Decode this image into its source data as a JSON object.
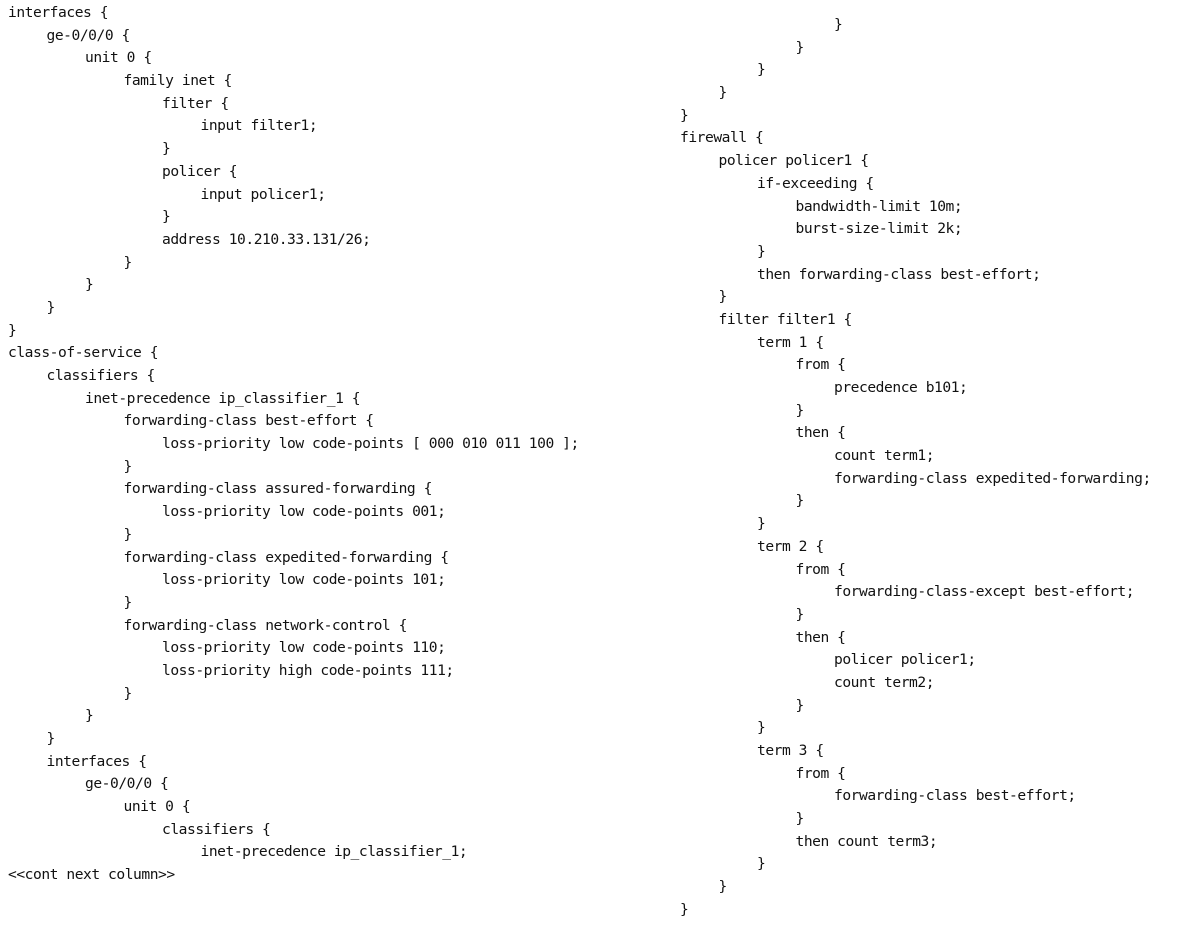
{
  "left_column": [
    {
      "indent": 0,
      "text": "interfaces {"
    },
    {
      "indent": 1,
      "text": "ge-0/0/0 {"
    },
    {
      "indent": 2,
      "text": "unit 0 {"
    },
    {
      "indent": 3,
      "text": "family inet {"
    },
    {
      "indent": 4,
      "text": "filter {"
    },
    {
      "indent": 5,
      "text": "input filter1;"
    },
    {
      "indent": 4,
      "text": "}"
    },
    {
      "indent": 4,
      "text": "policer {"
    },
    {
      "indent": 5,
      "text": "input policer1;"
    },
    {
      "indent": 4,
      "text": "}"
    },
    {
      "indent": 4,
      "text": "address 10.210.33.131/26;"
    },
    {
      "indent": 3,
      "text": "}"
    },
    {
      "indent": 2,
      "text": "}"
    },
    {
      "indent": 1,
      "text": "}"
    },
    {
      "indent": 0,
      "text": "}"
    },
    {
      "indent": 0,
      "text": "class-of-service {"
    },
    {
      "indent": 1,
      "text": "classifiers {"
    },
    {
      "indent": 2,
      "text": "inet-precedence ip_classifier_1 {"
    },
    {
      "indent": 3,
      "text": "forwarding-class best-effort {"
    },
    {
      "indent": 4,
      "text": "loss-priority low code-points [ 000 010 011 100 ];"
    },
    {
      "indent": 3,
      "text": "}"
    },
    {
      "indent": 3,
      "text": "forwarding-class assured-forwarding {"
    },
    {
      "indent": 4,
      "text": "loss-priority low code-points 001;"
    },
    {
      "indent": 3,
      "text": "}"
    },
    {
      "indent": 3,
      "text": "forwarding-class expedited-forwarding {"
    },
    {
      "indent": 4,
      "text": "loss-priority low code-points 101;"
    },
    {
      "indent": 3,
      "text": "}"
    },
    {
      "indent": 3,
      "text": "forwarding-class network-control {"
    },
    {
      "indent": 4,
      "text": "loss-priority low code-points 110;"
    },
    {
      "indent": 4,
      "text": "loss-priority high code-points 111;"
    },
    {
      "indent": 3,
      "text": "}"
    },
    {
      "indent": 2,
      "text": "}"
    },
    {
      "indent": 1,
      "text": "}"
    },
    {
      "indent": 1,
      "text": "interfaces {"
    },
    {
      "indent": 2,
      "text": "ge-0/0/0 {"
    },
    {
      "indent": 3,
      "text": "unit 0 {"
    },
    {
      "indent": 4,
      "text": "classifiers {"
    },
    {
      "indent": 5,
      "text": "inet-precedence ip_classifier_1;"
    },
    {
      "indent": 0,
      "text": "<<cont next column>>"
    }
  ],
  "right_column": [
    {
      "indent": 4,
      "text": "}"
    },
    {
      "indent": 3,
      "text": "}"
    },
    {
      "indent": 2,
      "text": "}"
    },
    {
      "indent": 1,
      "text": "}"
    },
    {
      "indent": 0,
      "text": "}"
    },
    {
      "indent": 0,
      "text": "firewall {"
    },
    {
      "indent": 1,
      "text": "policer policer1 {"
    },
    {
      "indent": 2,
      "text": "if-exceeding {"
    },
    {
      "indent": 3,
      "text": "bandwidth-limit 10m;"
    },
    {
      "indent": 3,
      "text": "burst-size-limit 2k;"
    },
    {
      "indent": 2,
      "text": "}"
    },
    {
      "indent": 2,
      "text": "then forwarding-class best-effort;"
    },
    {
      "indent": 1,
      "text": "}"
    },
    {
      "indent": 1,
      "text": "filter filter1 {"
    },
    {
      "indent": 2,
      "text": "term 1 {"
    },
    {
      "indent": 3,
      "text": "from {"
    },
    {
      "indent": 4,
      "text": "precedence b101;"
    },
    {
      "indent": 3,
      "text": "}"
    },
    {
      "indent": 3,
      "text": "then {"
    },
    {
      "indent": 4,
      "text": "count term1;"
    },
    {
      "indent": 4,
      "text": "forwarding-class expedited-forwarding;"
    },
    {
      "indent": 3,
      "text": "}"
    },
    {
      "indent": 2,
      "text": "}"
    },
    {
      "indent": 2,
      "text": "term 2 {"
    },
    {
      "indent": 3,
      "text": "from {"
    },
    {
      "indent": 4,
      "text": "forwarding-class-except best-effort;"
    },
    {
      "indent": 3,
      "text": "}"
    },
    {
      "indent": 3,
      "text": "then {"
    },
    {
      "indent": 4,
      "text": "policer policer1;"
    },
    {
      "indent": 4,
      "text": "count term2;"
    },
    {
      "indent": 3,
      "text": "}"
    },
    {
      "indent": 2,
      "text": "}"
    },
    {
      "indent": 2,
      "text": "term 3 {"
    },
    {
      "indent": 3,
      "text": "from {"
    },
    {
      "indent": 4,
      "text": "forwarding-class best-effort;"
    },
    {
      "indent": 3,
      "text": "}"
    },
    {
      "indent": 3,
      "text": "then count term3;"
    },
    {
      "indent": 2,
      "text": "}"
    },
    {
      "indent": 1,
      "text": "}"
    },
    {
      "indent": 0,
      "text": "}"
    }
  ]
}
